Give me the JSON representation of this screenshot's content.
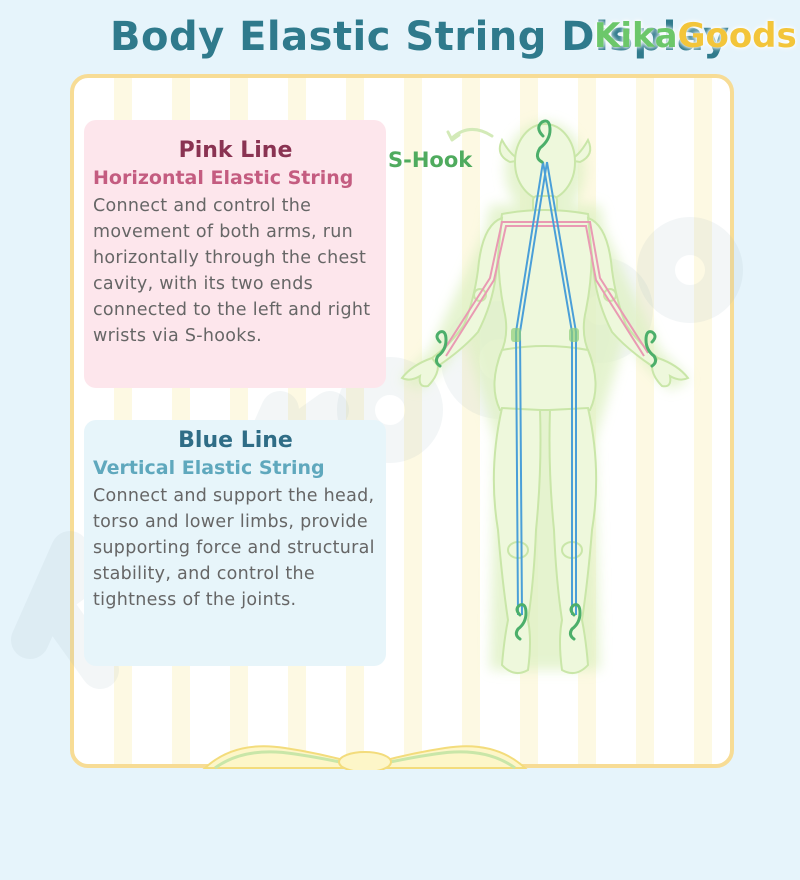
{
  "title": "Body Elastic String Display",
  "logo": {
    "part1": "Kika",
    "part2": "Goods"
  },
  "pink_panel": {
    "title": "Pink Line",
    "subtitle": "Horizontal Elastic String",
    "body": "Connect and control the movement of both arms, run horizontally through the chest cavity, with its two ends connected to the left and right wrists via S-hooks."
  },
  "blue_panel": {
    "title": "Blue Line",
    "subtitle": "Vertical Elastic String",
    "body": "Connect and support the head, torso and lower limbs, provide supporting force and structural stability, and control the tightness of the joints."
  },
  "s_hook_label": "S-Hook",
  "colors": {
    "pink_line": "#e99ab3",
    "blue_line": "#4a9fd8",
    "hook_green": "#4caf6a",
    "figure_outline": "#c9e6a8",
    "title": "#2f7a8c",
    "frame_border": "#f7dc95"
  },
  "icons": [
    "s-hook-icon",
    "curved-arrow-icon",
    "doll-body-outline"
  ]
}
